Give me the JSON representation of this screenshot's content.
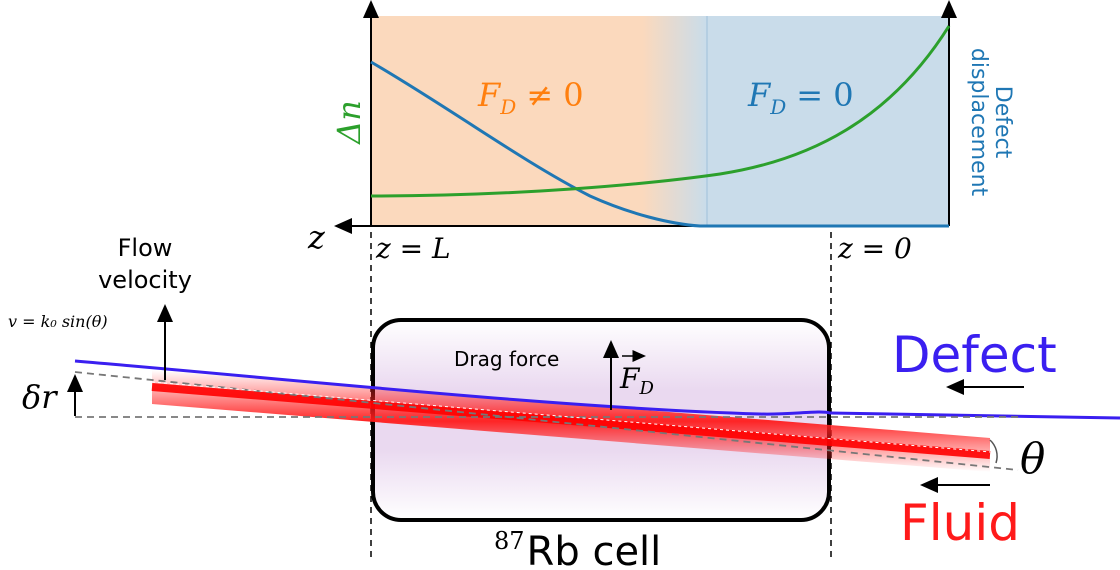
{
  "plot": {
    "left_axis_label": "Δn",
    "right_axis_label_line1": "Defect",
    "right_axis_label_line2": "displacement",
    "region_left_label": "F",
    "region_left_sub": "D",
    "region_left_rel": "≠ 0",
    "region_right_label": "F",
    "region_right_sub": "D",
    "region_right_rel": "= 0",
    "z_axis_label": "z",
    "z_L_label": "z = L",
    "z_0_label": "z = 0",
    "colors": {
      "region_left": "#fbd9bd",
      "region_right": "#c9dcea",
      "curve_delta_n": "#2ca02c",
      "curve_displacement": "#1f77b4",
      "label_left": "#ff7f0e",
      "label_right": "#1f77b4"
    }
  },
  "setup": {
    "flow_velocity_line1": "Flow",
    "flow_velocity_line2": "velocity",
    "velocity_formula": "v = k₀ sin(θ)",
    "delta_r_label": "δr",
    "drag_force_label": "Drag force",
    "drag_force_symbol": "F",
    "drag_force_sub": "D",
    "defect_label": "Defect",
    "fluid_label": "Fluid",
    "theta_label": "θ",
    "cell_label_sup": "87",
    "cell_label": "Rb cell",
    "colors": {
      "defect": "#3a1ff0",
      "fluid": "#ff1a1a",
      "cell_fill": "#ecdcf0"
    }
  }
}
